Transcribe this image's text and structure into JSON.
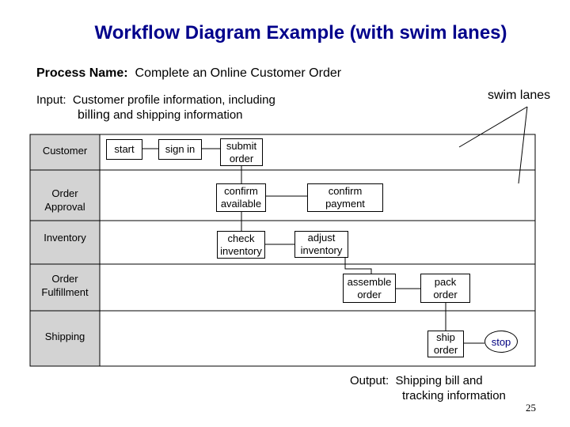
{
  "title": "Workflow Diagram Example (with swim lanes)",
  "process": {
    "label": "Process Name:",
    "value": "Complete an Online Customer Order"
  },
  "input": {
    "label": "Input:",
    "line1": "Customer profile information, including",
    "line2_big": "billing",
    "line2_rest": " and shipping information"
  },
  "callout": "swim lanes",
  "lanes": [
    {
      "id": "customer",
      "label": "Customer"
    },
    {
      "id": "order-approval",
      "label": "Order\nApproval"
    },
    {
      "id": "inventory",
      "label": "Inventory"
    },
    {
      "id": "order-fulfillment",
      "label": "Order\nFulfillment"
    },
    {
      "id": "shipping",
      "label": "Shipping"
    }
  ],
  "steps": {
    "start": "start",
    "sign_in": "sign in",
    "submit_order": "submit\norder",
    "confirm_available": "confirm\navailable",
    "confirm_payment": "confirm\npayment",
    "check_inventory": "check\ninventory",
    "adjust_inventory": "adjust\ninventory",
    "assemble_order": "assemble\norder",
    "pack_order": "pack\norder",
    "ship_order": "ship\norder",
    "stop": "stop"
  },
  "output": {
    "label": "Output:",
    "line1": "Shipping bill and",
    "line2": "tracking information"
  },
  "page_number": "25"
}
